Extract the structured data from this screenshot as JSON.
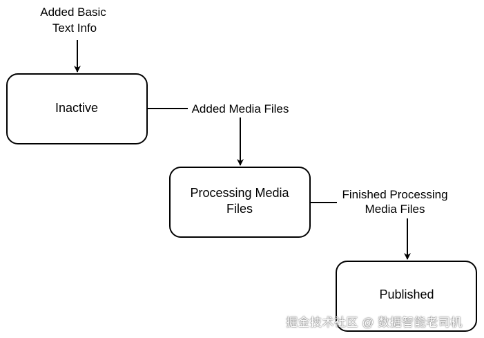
{
  "diagram": {
    "states": [
      {
        "id": "inactive",
        "lines": [
          "Inactive"
        ]
      },
      {
        "id": "processing",
        "lines": [
          "Processing Media",
          "Files"
        ]
      },
      {
        "id": "published",
        "lines": [
          "Published"
        ]
      }
    ],
    "transitions": [
      {
        "from": "start",
        "to": "inactive",
        "lines": [
          "Added Basic",
          "Text Info"
        ]
      },
      {
        "from": "inactive",
        "to": "processing",
        "lines": [
          "Added Media Files"
        ]
      },
      {
        "from": "processing",
        "to": "published",
        "lines": [
          "Finished Processing",
          "Media Files"
        ]
      }
    ]
  },
  "watermark": "掘金技术社区 @ 数据智能老司机",
  "colors": {
    "stroke": "#000000",
    "fill": "#ffffff",
    "text": "#000000"
  }
}
